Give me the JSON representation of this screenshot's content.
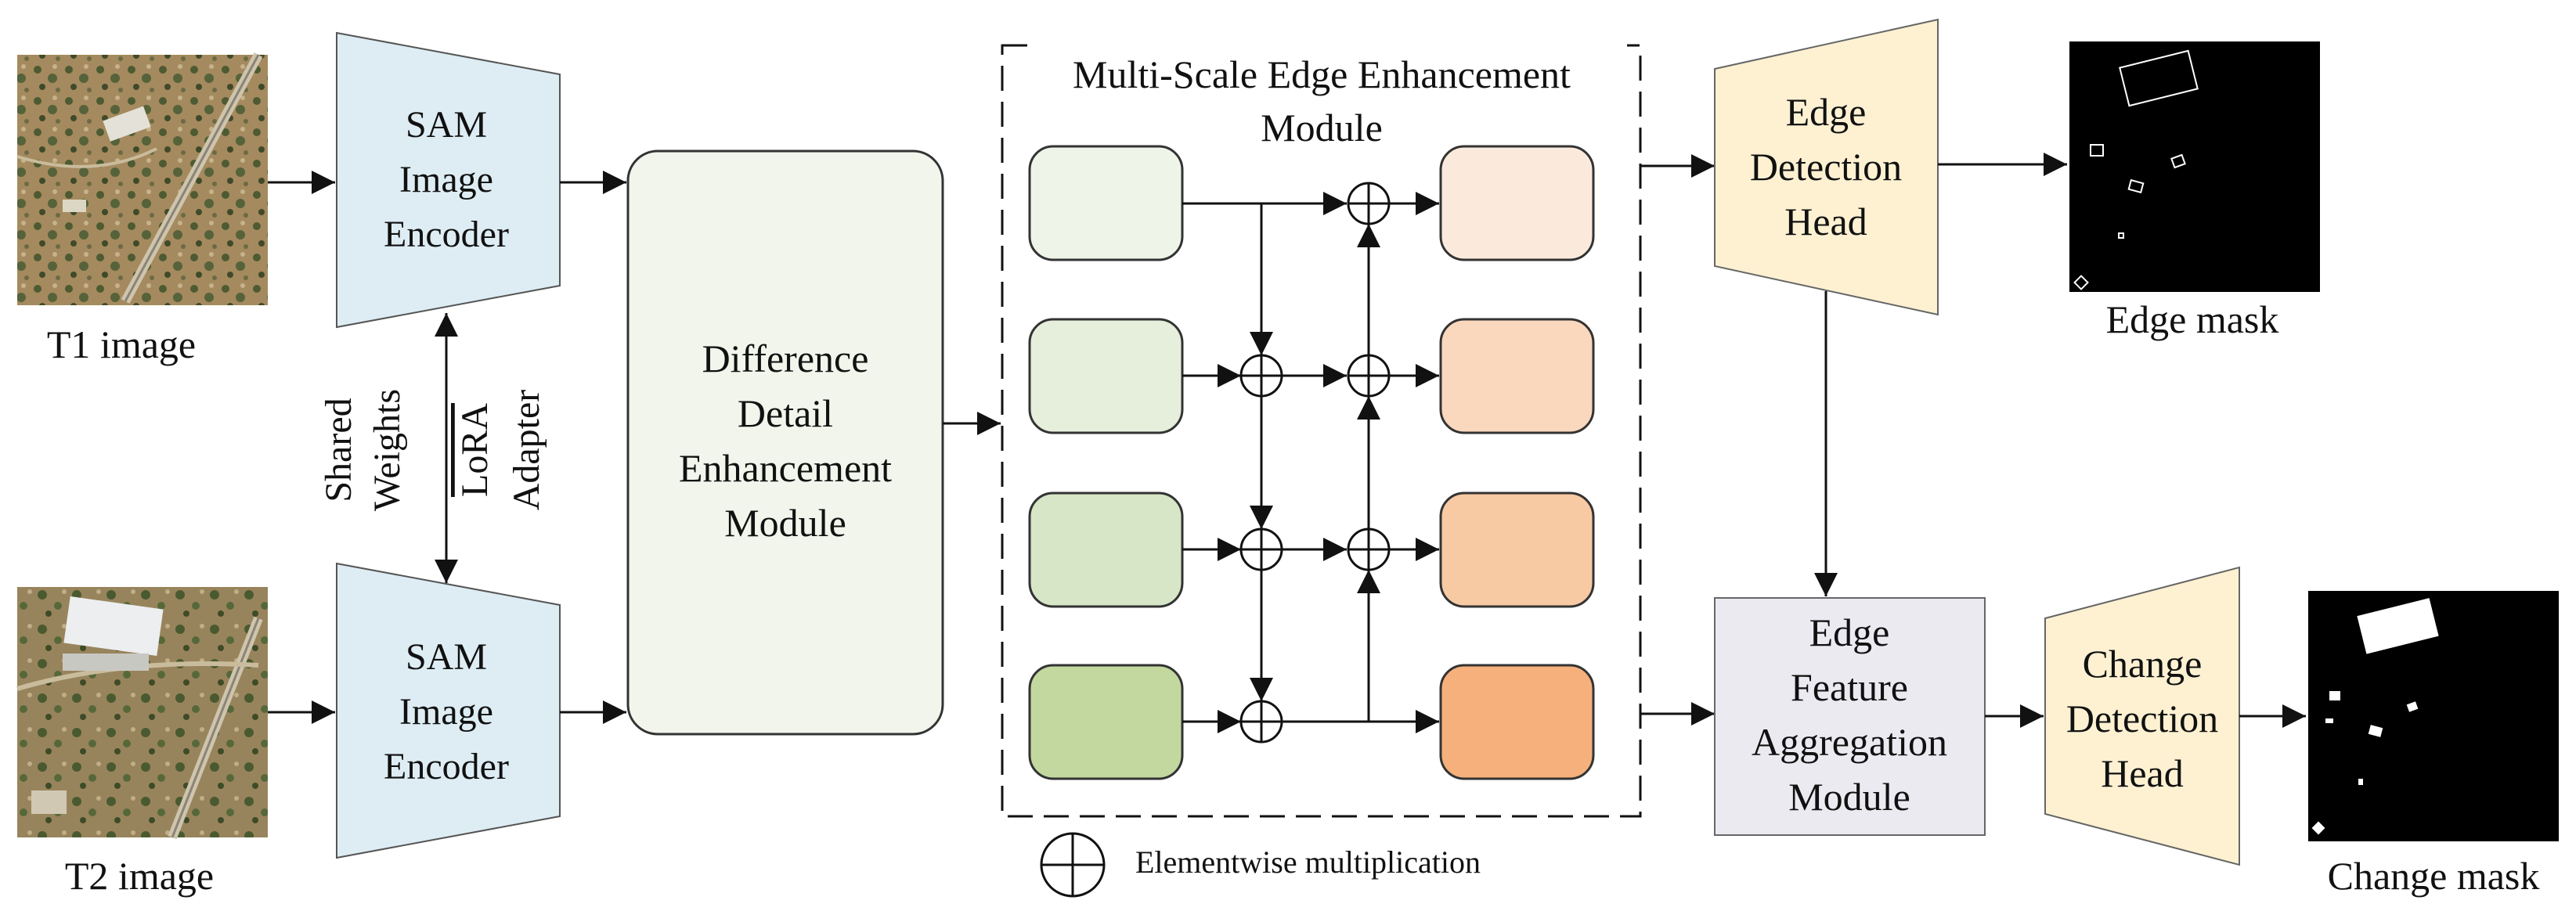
{
  "inputs": {
    "t1": {
      "caption": "T1 image"
    },
    "t2": {
      "caption": "T2 image"
    }
  },
  "encoder": {
    "line1": "SAM",
    "line2": "Image",
    "line3": "Encoder",
    "color": "#deedf4"
  },
  "shared": {
    "line1": "Shared",
    "line2": "Weights",
    "line3": "LoRA",
    "line4": "Adapter"
  },
  "ddem": {
    "line1": "Difference",
    "line2": "Detail",
    "line3": "Enhancement",
    "line4": "Module",
    "color": "#f1f5ec"
  },
  "msee": {
    "title_line1": "Multi-Scale Edge Enhancement",
    "title_line2": "Module",
    "left_block_colors": [
      "#eef4e8",
      "#e5efdb",
      "#d6e6c7",
      "#c3d89f"
    ],
    "right_block_colors": [
      "#fbeadc",
      "#fad8bd",
      "#f8caa3",
      "#f5b07b"
    ]
  },
  "edge_head": {
    "line1": "Edge",
    "line2": "Detection",
    "line3": "Head",
    "color": "#fdf1d2"
  },
  "efam": {
    "line1": "Edge",
    "line2": "Feature",
    "line3": "Aggregation",
    "line4": "Module",
    "color": "#eceaf1"
  },
  "change_head": {
    "line1": "Change",
    "line2": "Detection",
    "line3": "Head",
    "color": "#fdf1d2"
  },
  "outputs": {
    "edge": {
      "caption": "Edge mask"
    },
    "change": {
      "caption": "Change mask"
    }
  },
  "legend": {
    "label": "Elementwise multiplication"
  }
}
